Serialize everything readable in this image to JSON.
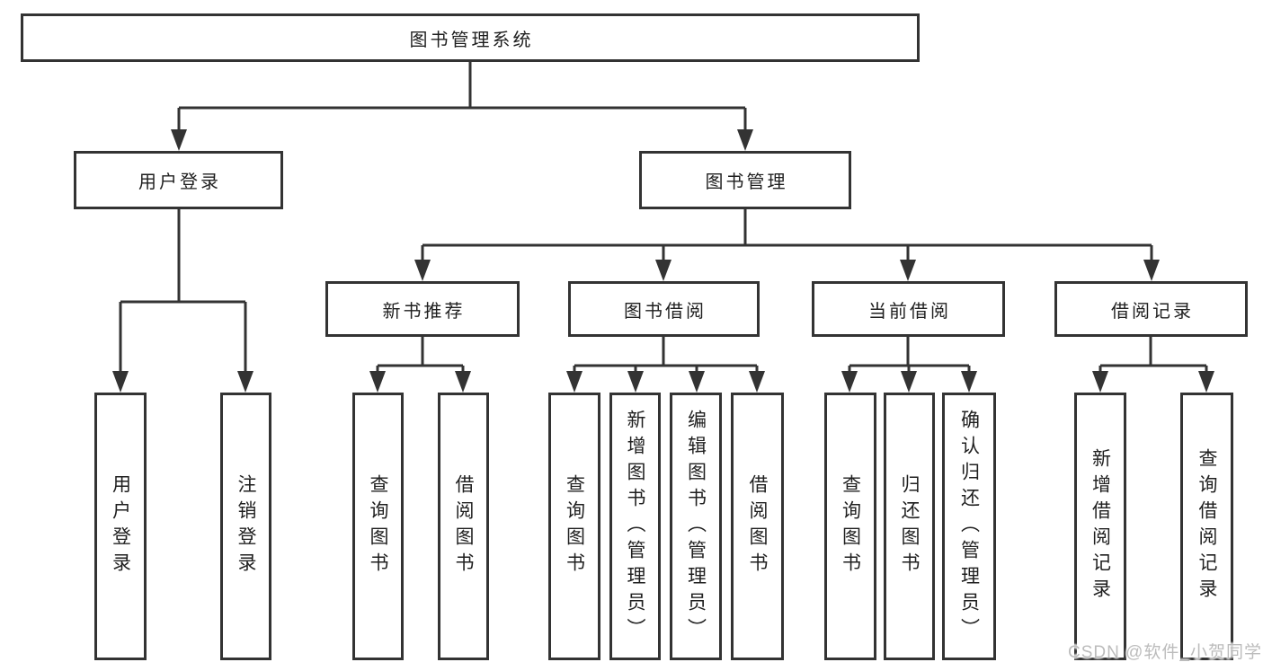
{
  "diagram": {
    "root": {
      "label": "图书管理系统"
    },
    "level2": {
      "user_login": {
        "label": "用户登录"
      },
      "book_management": {
        "label": "图书管理"
      }
    },
    "level3": {
      "new_book_recommend": {
        "label": "新书推荐"
      },
      "book_borrow": {
        "label": "图书借阅"
      },
      "current_borrow": {
        "label": "当前借阅"
      },
      "borrow_records": {
        "label": "借阅记录"
      }
    },
    "leaves": {
      "ul_user_login": {
        "label": "用户登录"
      },
      "ul_logout": {
        "label": "注销登录"
      },
      "nb_query_books": {
        "label": "查询图书"
      },
      "nb_borrow_books": {
        "label": "借阅图书"
      },
      "bb_query_books": {
        "label": "查询图书"
      },
      "bb_add_books_admin": {
        "label": "新增图书（管理员）"
      },
      "bb_edit_books_admin": {
        "label": "编辑图书（管理员）"
      },
      "bb_borrow_books": {
        "label": "借阅图书"
      },
      "cb_query_books": {
        "label": "查询图书"
      },
      "cb_return_books": {
        "label": "归还图书"
      },
      "cb_confirm_return_admin": {
        "label": "确认归还（管理员）"
      },
      "br_add_record": {
        "label": "新增借阅记录"
      },
      "br_query_record": {
        "label": "查询借阅记录"
      }
    }
  },
  "watermark": {
    "text": "CSDN @软件_小贺同学"
  },
  "colors": {
    "line": "#333333",
    "box_border": "#333333",
    "box_fill": "#ffffff",
    "text": "#1f1f1f",
    "watermark": "#b8b8b8",
    "background": "#ffffff"
  }
}
